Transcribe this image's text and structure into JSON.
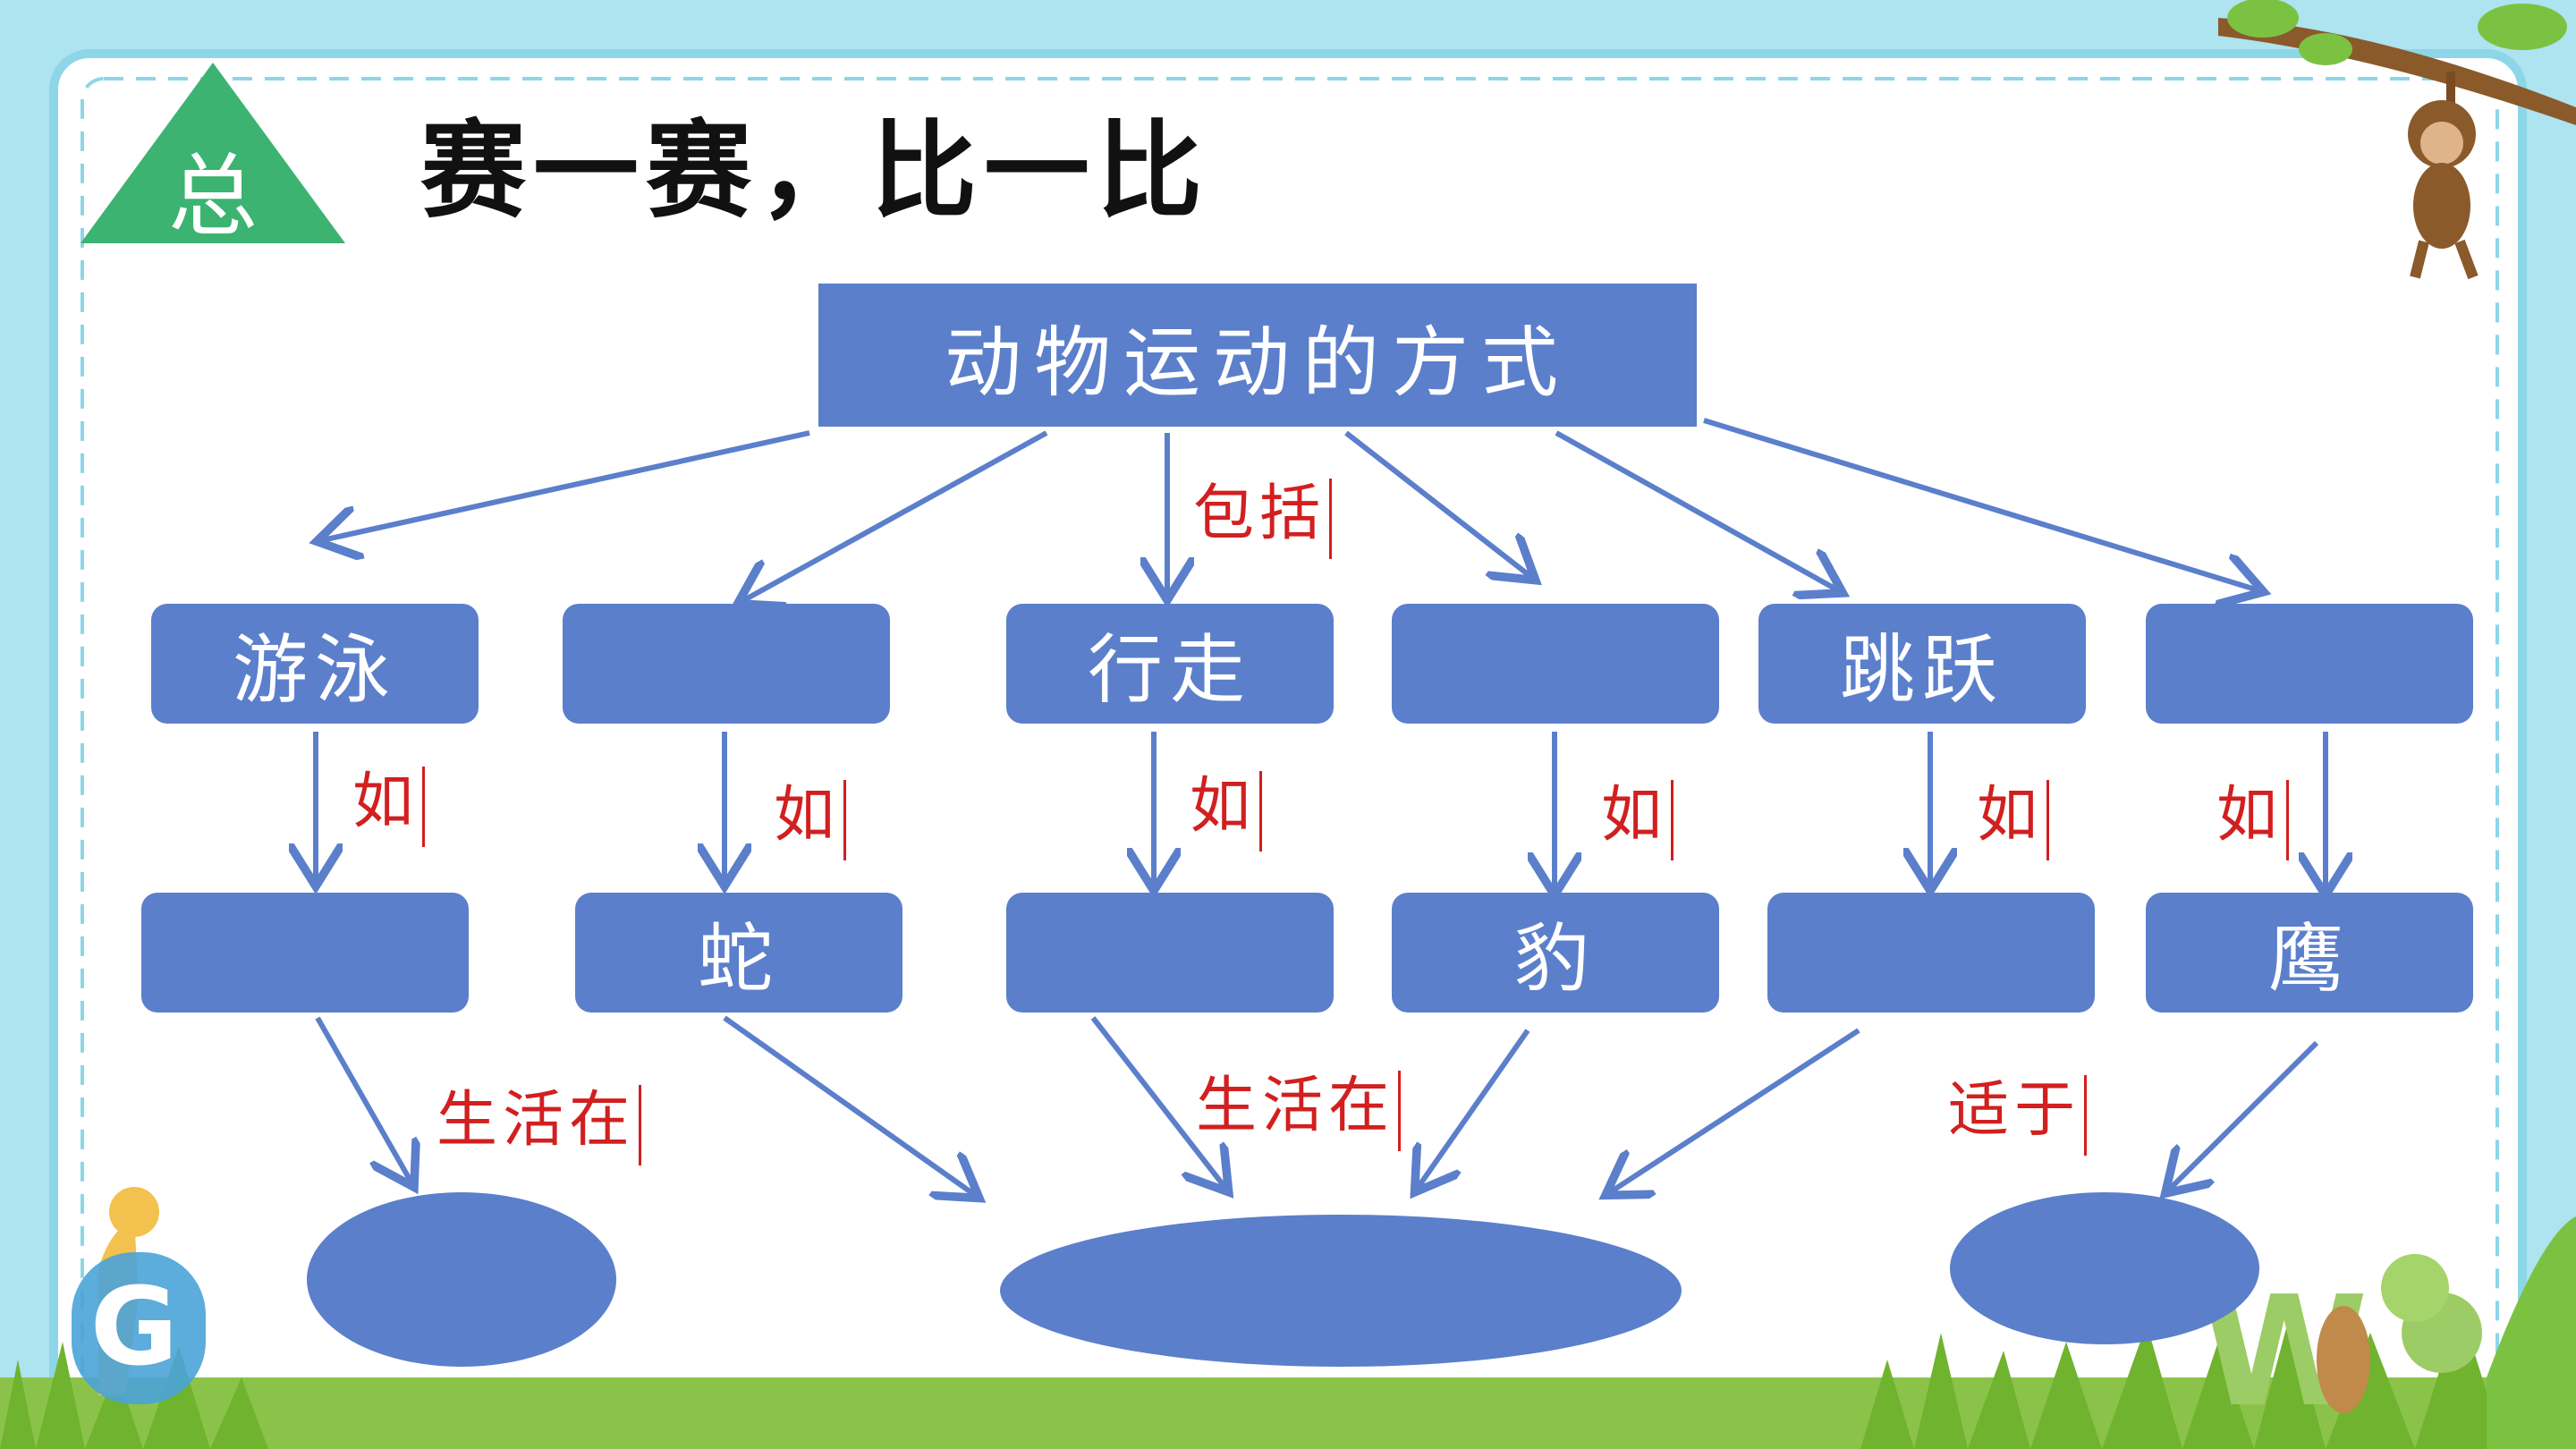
{
  "title": "赛一赛，比一比",
  "badge": "总",
  "colors": {
    "box": "#5b7fcb",
    "arrow": "#5b7fcb",
    "label": "#d21f1f",
    "badge": "#3cb371"
  },
  "root": "动物运动的方式",
  "root_label": "包括",
  "modes": [
    "游泳",
    "",
    "行走",
    "",
    "跳跃",
    ""
  ],
  "example_label": "如",
  "examples": [
    "",
    "蛇",
    "",
    "豹",
    "",
    "鹰"
  ],
  "habitat_labels": [
    "生活在",
    "生活在",
    "适于"
  ],
  "habitats": [
    "",
    "",
    ""
  ],
  "decorations": [
    "monkey-icon",
    "giraffe-icon",
    "grass-icon",
    "tree-branch-icon",
    "worm-icon"
  ]
}
